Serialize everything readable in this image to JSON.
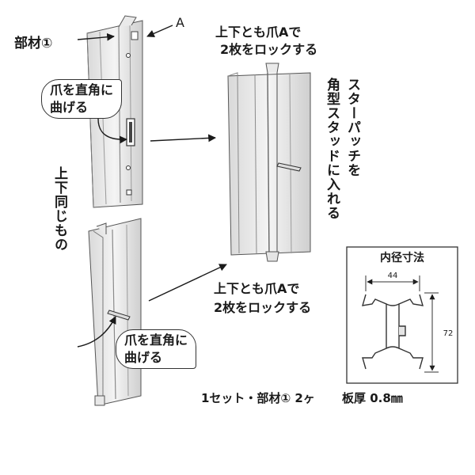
{
  "labels": {
    "part1": "部材①",
    "claw_a": "A",
    "top_note_line1": "上下とも爪Aで",
    "top_note_line2": "2枚をロックする",
    "bottom_note_line1": "上下とも爪Aで",
    "bottom_note_line2": "2枚をロックする",
    "bend_top_line1": "爪を直角に",
    "bend_top_line2": "曲げる",
    "bend_bottom_line1": "爪を直角に",
    "bend_bottom_line2": "曲げる",
    "vertical_right_col1": "スターパッチを",
    "vertical_right_col2": "角型スタッドに入れる",
    "vertical_left": "上下同じもの"
  },
  "inset": {
    "title": "内径寸法",
    "width_dim": "44",
    "height_dim": "72"
  },
  "footer": {
    "set_text": "1セット・部材① 2ヶ",
    "thickness_text": "板厚 0.8㎜",
    "set_color": "#b0151b"
  }
}
